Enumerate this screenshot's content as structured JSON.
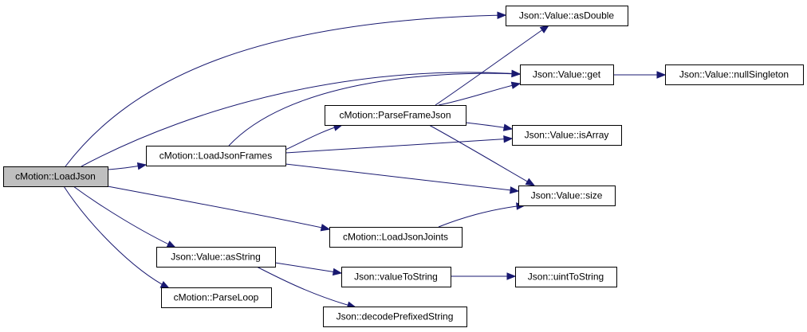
{
  "colors": {
    "edge": "#191970",
    "node_fill": "#ffffff",
    "root_fill": "#bfbfbf",
    "border": "#000000"
  },
  "nodes": [
    {
      "id": "loadjson",
      "label": "cMotion::LoadJson",
      "root": true
    },
    {
      "id": "loadjsonframes",
      "label": "cMotion::LoadJsonFrames"
    },
    {
      "id": "parseframejson",
      "label": "cMotion::ParseFrameJson"
    },
    {
      "id": "loadjsonjoints",
      "label": "cMotion::LoadJsonJoints"
    },
    {
      "id": "asstring",
      "label": "Json::Value::asString"
    },
    {
      "id": "parseloop",
      "label": "cMotion::ParseLoop"
    },
    {
      "id": "asdouble",
      "label": "Json::Value::asDouble"
    },
    {
      "id": "get",
      "label": "Json::Value::get"
    },
    {
      "id": "nullsingleton",
      "label": "Json::Value::nullSingleton"
    },
    {
      "id": "isarray",
      "label": "Json::Value::isArray"
    },
    {
      "id": "size",
      "label": "Json::Value::size"
    },
    {
      "id": "valuetostring",
      "label": "Json::valueToString"
    },
    {
      "id": "uinttostring",
      "label": "Json::uintToString"
    },
    {
      "id": "decodeprefixed",
      "label": "Json::decodePrefixedString"
    }
  ],
  "edges": [
    {
      "from": "loadjson",
      "to": "asdouble"
    },
    {
      "from": "loadjson",
      "to": "get"
    },
    {
      "from": "loadjson",
      "to": "loadjsonframes"
    },
    {
      "from": "loadjson",
      "to": "loadjsonjoints"
    },
    {
      "from": "loadjson",
      "to": "asstring"
    },
    {
      "from": "loadjson",
      "to": "parseloop"
    },
    {
      "from": "loadjsonframes",
      "to": "get"
    },
    {
      "from": "loadjsonframes",
      "to": "parseframejson"
    },
    {
      "from": "loadjsonframes",
      "to": "isarray"
    },
    {
      "from": "loadjsonframes",
      "to": "size"
    },
    {
      "from": "parseframejson",
      "to": "asdouble"
    },
    {
      "from": "parseframejson",
      "to": "get"
    },
    {
      "from": "parseframejson",
      "to": "isarray"
    },
    {
      "from": "parseframejson",
      "to": "size"
    },
    {
      "from": "get",
      "to": "nullsingleton"
    },
    {
      "from": "loadjsonjoints",
      "to": "size"
    },
    {
      "from": "asstring",
      "to": "valuetostring"
    },
    {
      "from": "asstring",
      "to": "decodeprefixed"
    },
    {
      "from": "valuetostring",
      "to": "uinttostring"
    }
  ]
}
